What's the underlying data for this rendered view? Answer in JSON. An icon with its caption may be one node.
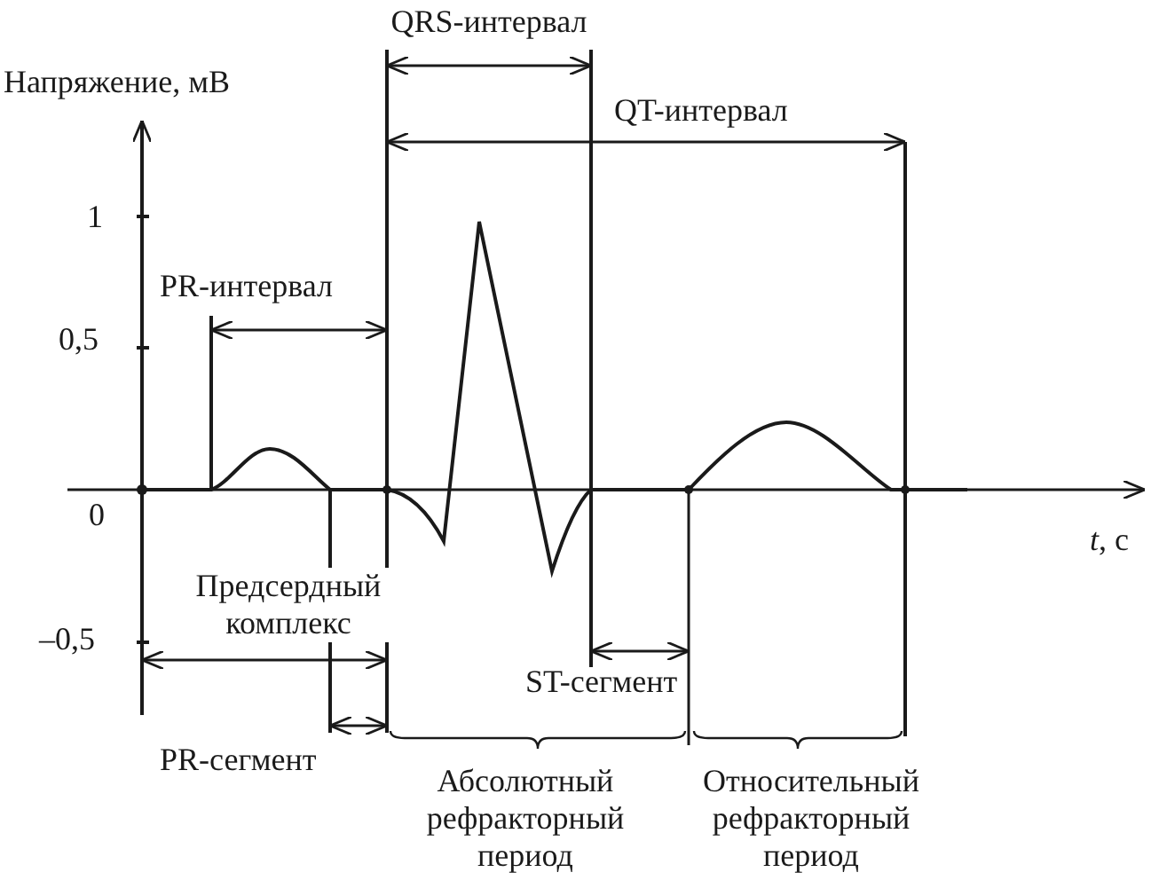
{
  "diagram": {
    "labels": [
      "QRS-интервал",
      "Напряжение, мВ",
      "QT-интервал",
      "1",
      "PR-интервал",
      "0,5",
      "0",
      "*t*, с",
      "Предсердный комплекс",
      "–0,5",
      "ST-сегмент",
      "PR-сегмент",
      "Абсолютный рефракторный период",
      "Относительный рефракторный период"
    ]
  }
}
